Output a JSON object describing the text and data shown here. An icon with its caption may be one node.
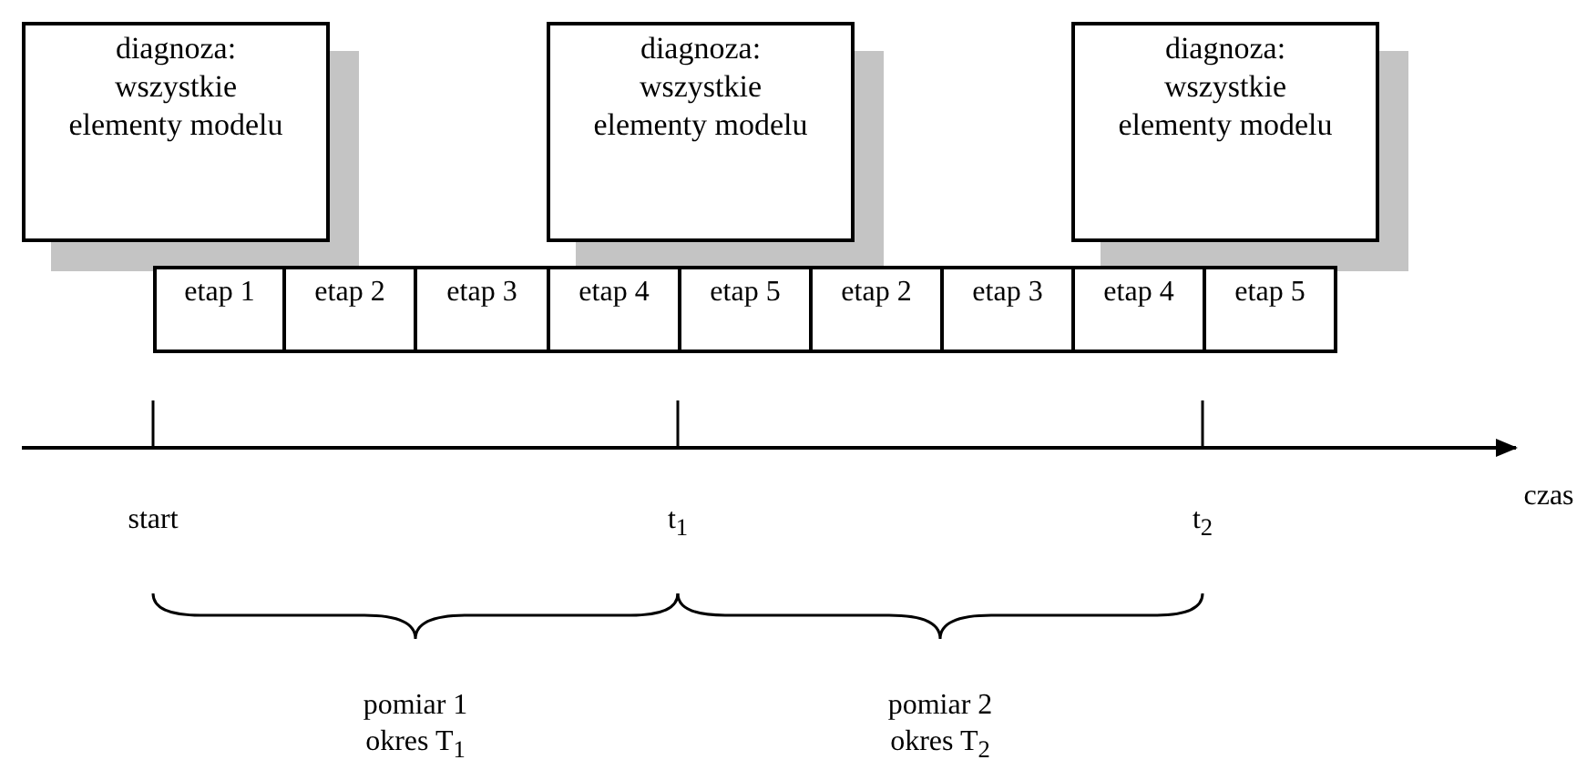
{
  "diagram": {
    "nodes": [
      {
        "text": [
          "diagnoza: wszystkie elementy modelu"
        ]
      },
      {
        "text": [
          "diagnoza: wszystkie elementy modelu"
        ]
      },
      {
        "text": [
          "diagnoza: wszystkie elementy modelu"
        ]
      },
      {
        "text": [
          "etap 1"
        ]
      },
      {
        "text": [
          "etap 2"
        ]
      },
      {
        "text": [
          "etap 3"
        ]
      },
      {
        "text": [
          "etap 4"
        ]
      },
      {
        "text": [
          "etap 5"
        ]
      },
      {
        "text": [
          "etap 2"
        ]
      },
      {
        "text": [
          "etap 3"
        ]
      },
      {
        "text": [
          "etap 4"
        ]
      },
      {
        "text": [
          "etap 5"
        ]
      }
    ],
    "edges": [],
    "labels": [
      "start",
      "t$_{1}$",
      "t$_{2}$",
      "czas",
      "pomiar 1 okres T$_{1}$",
      "pomiar 2 okres T$_{2}$"
    ]
  }
}
